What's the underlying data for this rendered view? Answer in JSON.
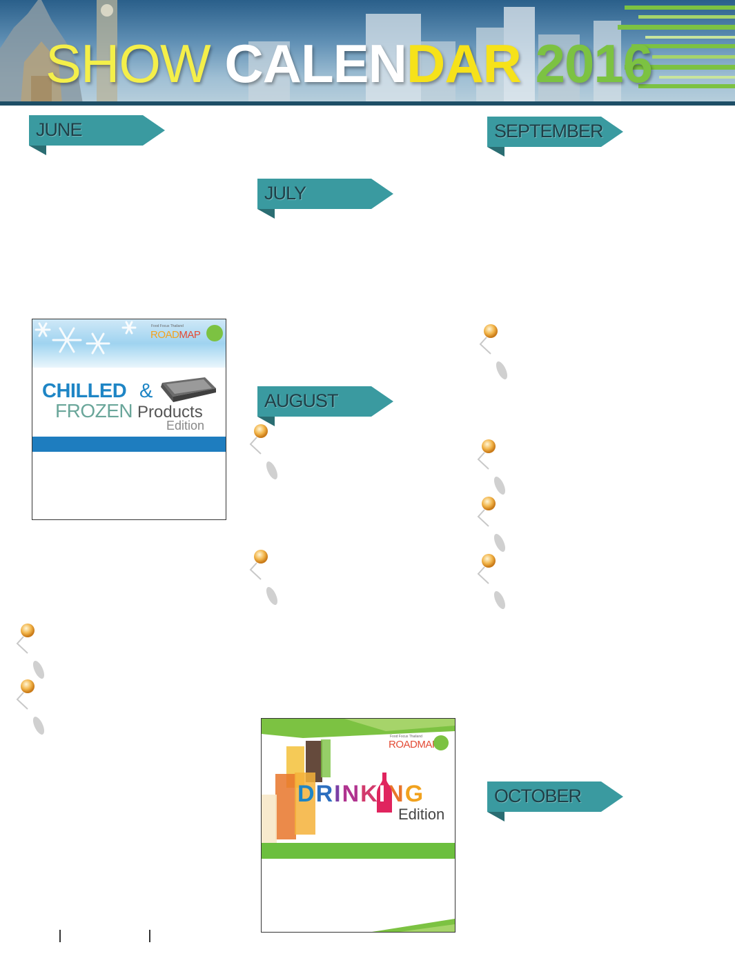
{
  "header": {
    "title_show": "SHOW",
    "title_calen": "CALEN",
    "title_dar": "DAR",
    "title_year": "2016"
  },
  "months": {
    "june": "JUNE",
    "july": "JULY",
    "august": "AUGUST",
    "september": "SEPTEMBER",
    "october": "OCTOBER"
  },
  "ads": {
    "chilled_frozen": {
      "publisher": "Food Focus Thailand",
      "brand_parts": [
        "R",
        "OAD",
        "M",
        "AP"
      ],
      "line1": "CHILLED",
      "ampersand": "&",
      "line2": "FROZEN",
      "line3": "Products",
      "edition": "Edition"
    },
    "drinking": {
      "publisher": "Food Focus Thailand",
      "brand_parts": [
        "R",
        "OAD",
        "M",
        "AP"
      ],
      "letters": [
        "D",
        "R",
        "I",
        "N",
        "K",
        "I",
        "N",
        "G"
      ],
      "edition": "Edition"
    }
  },
  "colors": {
    "ribbon": "#3a9aa0",
    "ribbon_dark": "#2a6d72",
    "chilled_blue": "#1e85c5",
    "drinking_green": "#6cbf3e"
  },
  "icons": {
    "pin": "map-pin-icon",
    "snowflake": "snowflake-icon",
    "tray": "food-tray-icon",
    "bottle": "bottle-icon",
    "glasses": "drink-glasses-icon"
  }
}
